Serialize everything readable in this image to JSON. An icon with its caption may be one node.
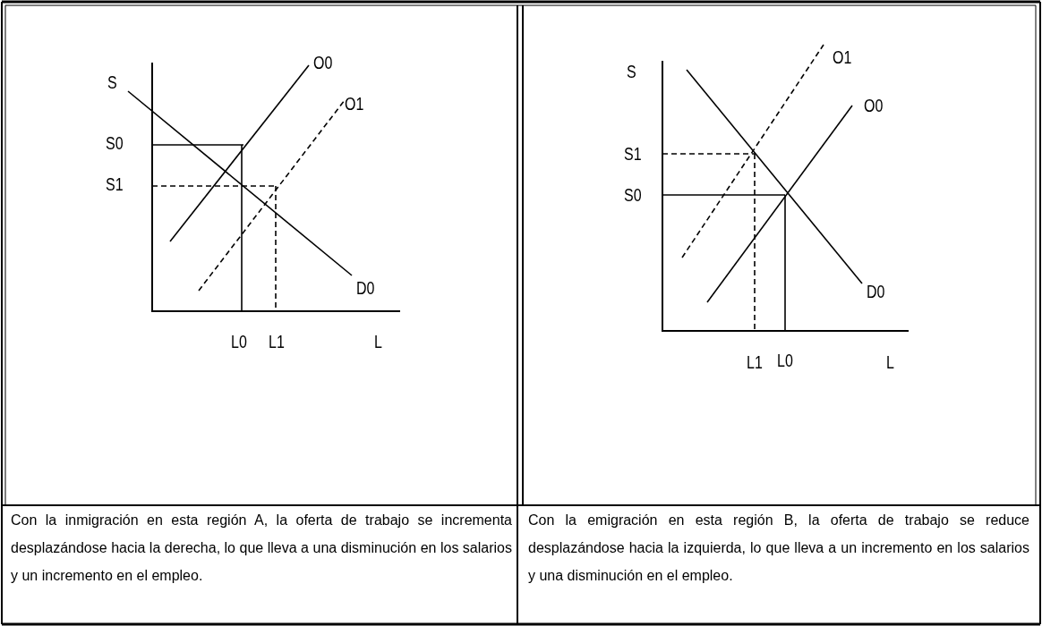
{
  "diagram": {
    "labels": [
      "S",
      "O0",
      "O1",
      "S0",
      "S1",
      "D0",
      "L0",
      "L1",
      "L",
      "S",
      "O1",
      "O0",
      "S1",
      "S0",
      "D0",
      "L1",
      "L0",
      "L",
      "Con la inmigración en esta región A, la oferta de trabajo se incrementa desplazándose hacia la derecha, lo que lleva a una disminución en los salarios y un incremento en el empleo.",
      "Con la emigración en esta región B, la oferta de trabajo se reduce desplazándose hacia la izquierda, lo que lleva a un incremento en los salarios y una disminución en el empleo."
    ]
  }
}
